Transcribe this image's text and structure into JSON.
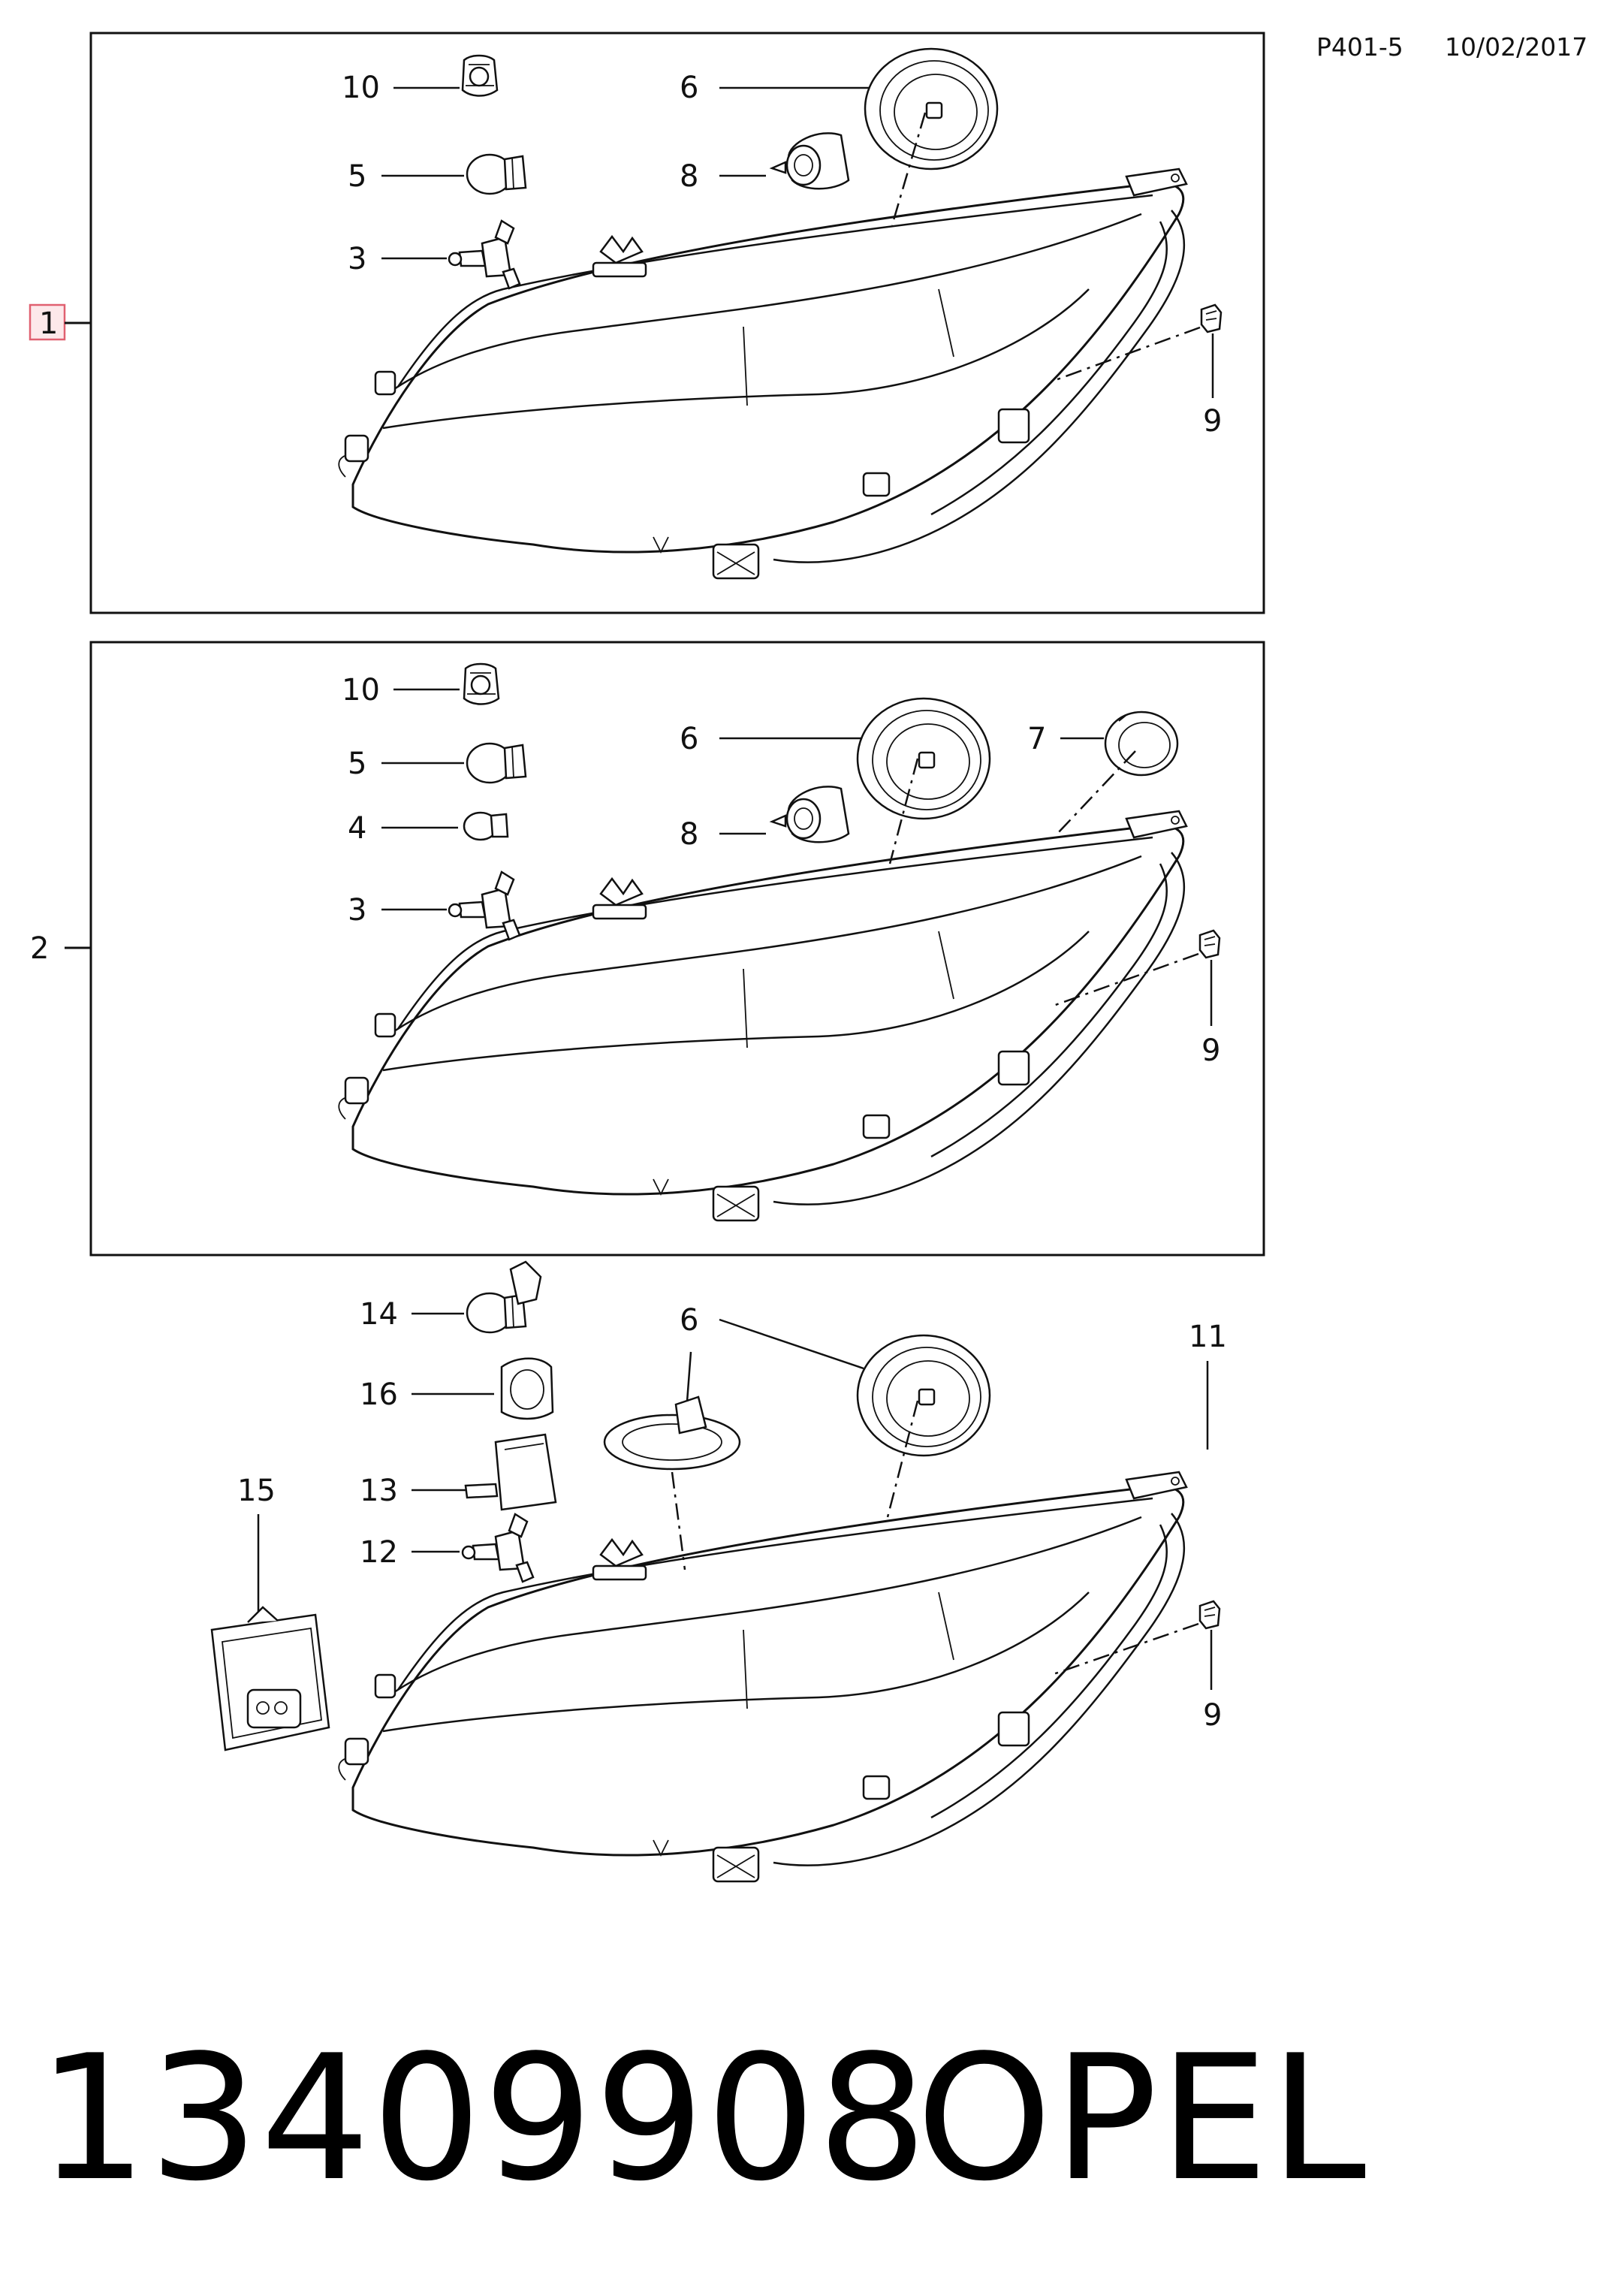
{
  "header": {
    "code": "P401-5",
    "date": "10/02/2017"
  },
  "panels": [
    {
      "id": "1",
      "labels": [
        "10",
        "6",
        "5",
        "8",
        "3",
        "9"
      ]
    },
    {
      "id": "2",
      "labels": [
        "10",
        "6",
        "7",
        "5",
        "4",
        "8",
        "3",
        "9"
      ]
    },
    {
      "labels": [
        "14",
        "6",
        "11",
        "16",
        "15",
        "13",
        "12",
        "9"
      ]
    }
  ],
  "footer": {
    "part_number": "13409908",
    "brand": "OPEL"
  },
  "colors": {
    "ink": "#111111",
    "highlight_stroke": "#e06070",
    "highlight_fill": "#fde8ea"
  }
}
